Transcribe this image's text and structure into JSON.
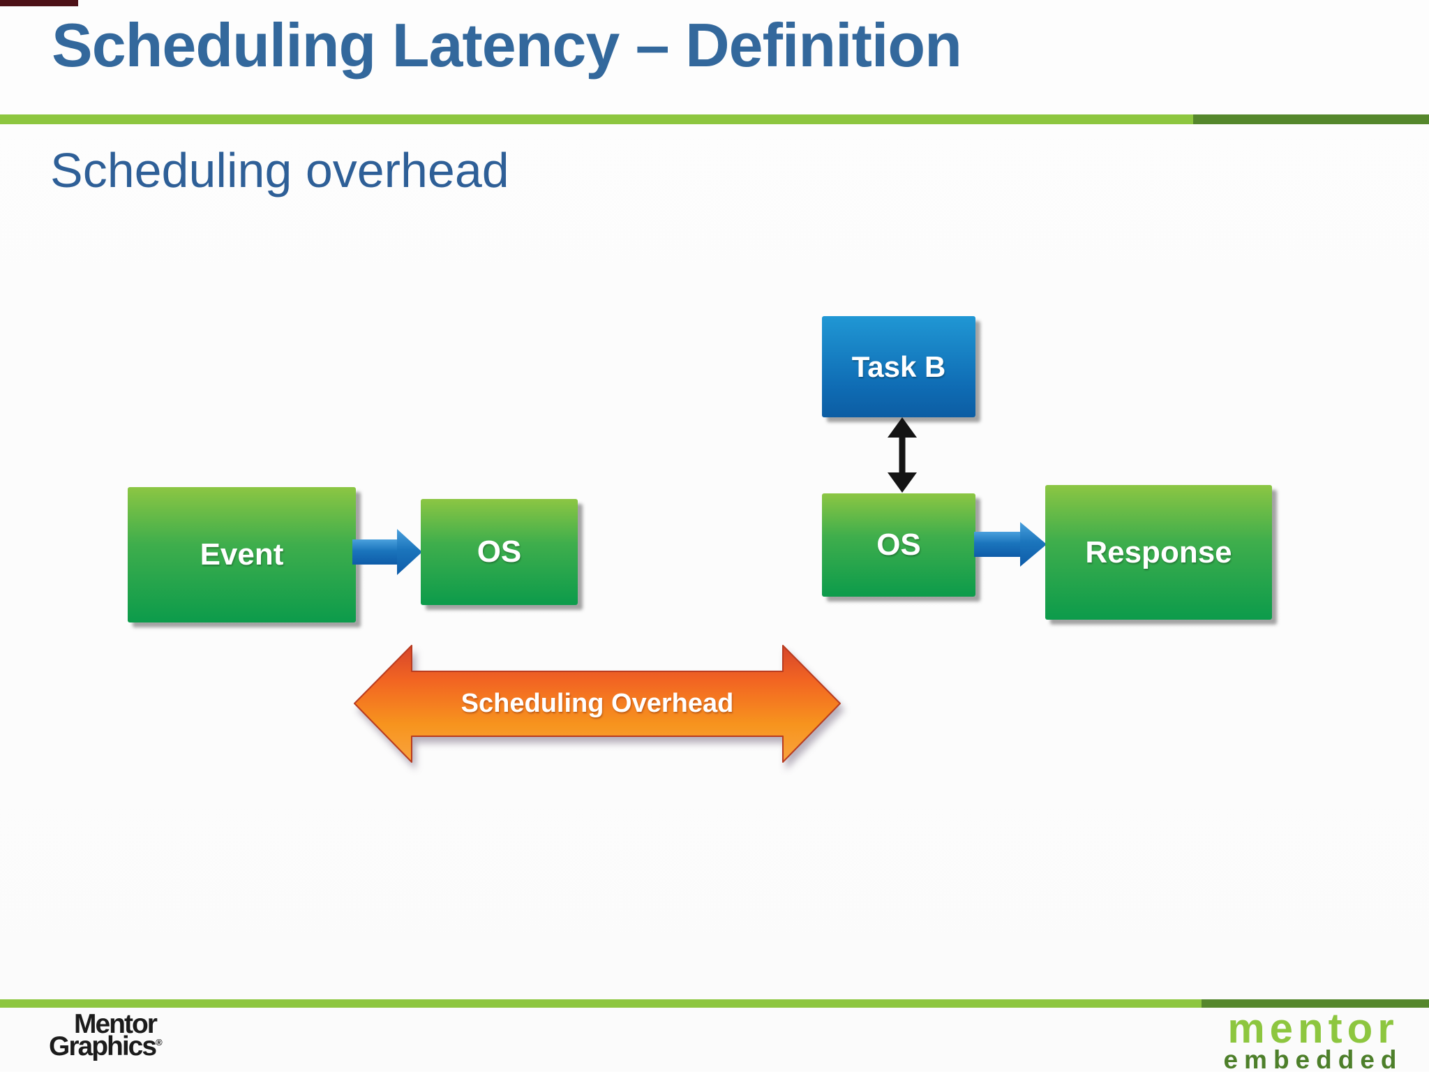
{
  "slide": {
    "title": "Scheduling Latency – Definition",
    "subtitle": "Scheduling overhead"
  },
  "diagram": {
    "event_label": "Event",
    "os_left_label": "OS",
    "task_b_label": "Task B",
    "os_right_label": "OS",
    "response_label": "Response",
    "overhead_label": "Scheduling Overhead"
  },
  "footer": {
    "mentor_graphics_line1": "Mentor",
    "mentor_graphics_line2": "Graphics",
    "registered_mark": "®",
    "mentor_embedded_line1": "mentor",
    "mentor_embedded_line2": "embedded"
  },
  "colors": {
    "title_blue": "#33689c",
    "subtitle_blue": "#2e5f97",
    "rule_light_green": "#8dc63f",
    "rule_dark_green": "#55872c",
    "box_green_top": "#8cc643",
    "box_green_bottom": "#0c9b4b",
    "box_blue_top": "#2097d4",
    "box_blue_bottom": "#0c5da3",
    "flow_arrow_blue": "#1b75bc",
    "overhead_arrow_orange": "#f26522",
    "overhead_arrow_red": "#d6452b",
    "sync_arrow_black": "#141414",
    "mentor_embedded_light": "#8dc63f",
    "mentor_embedded_dark": "#4d7f2a"
  }
}
